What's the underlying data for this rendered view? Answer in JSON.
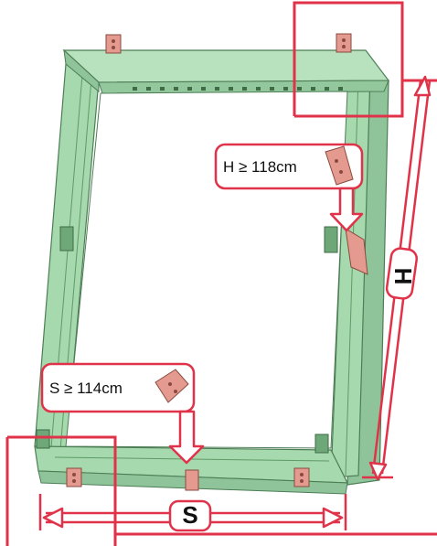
{
  "callouts": {
    "height_label": "H ≥ 118cm",
    "width_label": "S ≥ 114cm"
  },
  "dimensions": {
    "height_letter": "H",
    "width_letter": "S"
  },
  "colors": {
    "frame_green": "#a6d9ad",
    "frame_dark": "#5f9a68",
    "accent_red": "#e0334a",
    "bracket_pink": "#e49a8f"
  }
}
